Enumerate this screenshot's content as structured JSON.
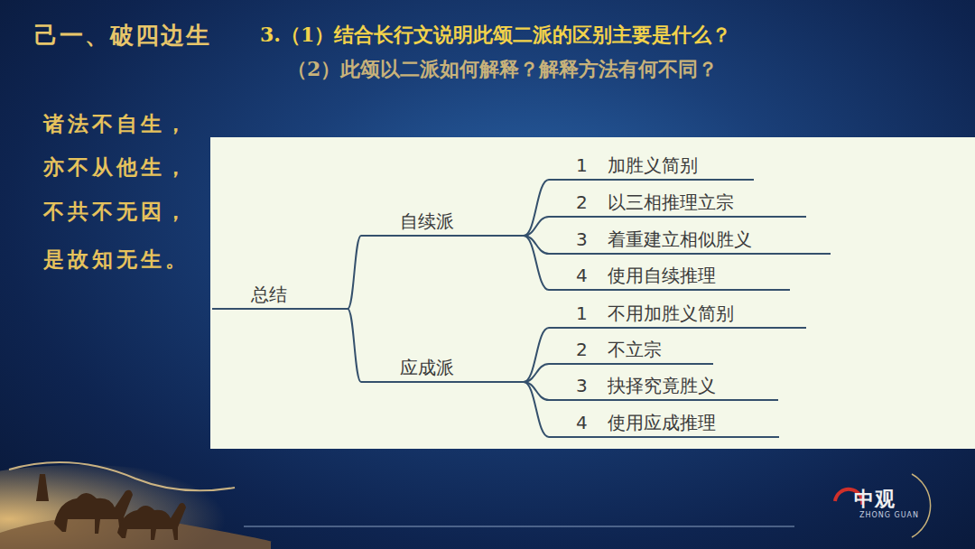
{
  "diagram": {
    "nodes": [
      {
        "text": [
          "总结"
        ]
      },
      {
        "text": [
          "自续派"
        ]
      },
      {
        "text": [
          "1",
          "加胜义简别"
        ]
      },
      {
        "text": [
          "2",
          "以三相推理立宗"
        ]
      },
      {
        "text": [
          "3",
          "着重建立相似胜义"
        ]
      },
      {
        "text": [
          "4",
          "使用自续推理"
        ]
      },
      {
        "text": [
          "应成派"
        ]
      },
      {
        "text": [
          "1",
          "不用加胜义简别"
        ]
      },
      {
        "text": [
          "2",
          "不立宗"
        ]
      },
      {
        "text": [
          "3",
          "抉择究竟胜义"
        ]
      },
      {
        "text": [
          "4",
          "使用应成推理"
        ]
      }
    ],
    "edges": [
      {
        "from": 0,
        "to": 1,
        "arrow": "none"
      },
      {
        "from": 0,
        "to": 6,
        "arrow": "none"
      },
      {
        "from": 1,
        "to": 2,
        "arrow": "none"
      },
      {
        "from": 1,
        "to": 3,
        "arrow": "none"
      },
      {
        "from": 1,
        "to": 4,
        "arrow": "none"
      },
      {
        "from": 1,
        "to": 5,
        "arrow": "none"
      },
      {
        "from": 6,
        "to": 7,
        "arrow": "none"
      },
      {
        "from": 6,
        "to": 8,
        "arrow": "none"
      },
      {
        "from": 6,
        "to": 9,
        "arrow": "none"
      },
      {
        "from": 6,
        "to": 10,
        "arrow": "none"
      }
    ],
    "labels": [
      "己一、破四边生",
      "3.（1）结合长行文说明此颂二派的区别主要是什么？",
      "（2）此颂以二派如何解释？解释方法有何不同？",
      "诸法不自生，",
      "亦不从他生，",
      "不共不无因，",
      "是故知无生。",
      "中观",
      "ZHONG GUAN"
    ]
  }
}
